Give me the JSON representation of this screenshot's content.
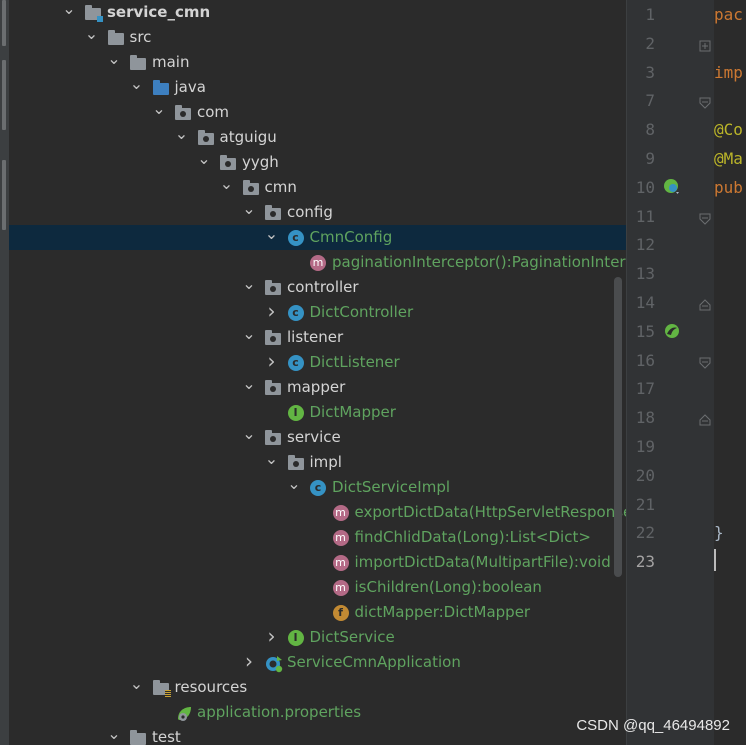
{
  "project_tree": {
    "nodes": [
      {
        "label": "service_cmn",
        "icon": "module-folder-icon",
        "expanded": true,
        "style": "bold"
      },
      {
        "label": "src",
        "icon": "folder-icon",
        "expanded": true
      },
      {
        "label": "main",
        "icon": "folder-icon",
        "expanded": true
      },
      {
        "label": "java",
        "icon": "source-root-folder-icon",
        "expanded": true
      },
      {
        "label": "com",
        "icon": "package-icon",
        "expanded": true
      },
      {
        "label": "atguigu",
        "icon": "package-icon",
        "expanded": true
      },
      {
        "label": "yygh",
        "icon": "package-icon",
        "expanded": true
      },
      {
        "label": "cmn",
        "icon": "package-icon",
        "expanded": true
      },
      {
        "label": "config",
        "icon": "package-icon",
        "expanded": true
      },
      {
        "label": "CmnConfig",
        "icon": "class-icon",
        "expanded": true,
        "selected": true
      },
      {
        "label": "paginationInterceptor():PaginationInterceptor",
        "icon": "method-icon"
      },
      {
        "label": "controller",
        "icon": "package-icon",
        "expanded": true
      },
      {
        "label": "DictController",
        "icon": "class-icon",
        "expanded": false
      },
      {
        "label": "listener",
        "icon": "package-icon",
        "expanded": true
      },
      {
        "label": "DictListener",
        "icon": "class-icon",
        "expanded": false
      },
      {
        "label": "mapper",
        "icon": "package-icon",
        "expanded": true
      },
      {
        "label": "DictMapper",
        "icon": "interface-icon"
      },
      {
        "label": "service",
        "icon": "package-icon",
        "expanded": true
      },
      {
        "label": "impl",
        "icon": "package-icon",
        "expanded": true
      },
      {
        "label": "DictServiceImpl",
        "icon": "class-icon",
        "expanded": true
      },
      {
        "label": "exportDictData(HttpServletResponse):void",
        "icon": "method-icon"
      },
      {
        "label": "findChlidData(Long):List<Dict>",
        "icon": "method-icon"
      },
      {
        "label": "importDictData(MultipartFile):void",
        "icon": "method-icon"
      },
      {
        "label": "isChildren(Long):boolean",
        "icon": "method-icon"
      },
      {
        "label": "dictMapper:DictMapper",
        "icon": "field-icon"
      },
      {
        "label": "DictService",
        "icon": "interface-icon",
        "expanded": false
      },
      {
        "label": "ServiceCmnApplication",
        "icon": "spring-boot-app-icon",
        "expanded": false
      },
      {
        "label": "resources",
        "icon": "resources-folder-icon",
        "expanded": true
      },
      {
        "label": "application.properties",
        "icon": "spring-properties-icon"
      },
      {
        "label": "test",
        "icon": "folder-icon",
        "expanded": true
      }
    ]
  },
  "editor": {
    "line_numbers": [
      "1",
      "2",
      "3",
      "7",
      "8",
      "9",
      "10",
      "11",
      "12",
      "13",
      "14",
      "15",
      "16",
      "17",
      "18",
      "19",
      "20",
      "21",
      "22",
      "23"
    ],
    "current_line": "23",
    "code_fragments": [
      {
        "line": "1",
        "text": "pac",
        "kind": "keyword"
      },
      {
        "line": "3",
        "text": "imp",
        "kind": "keyword"
      },
      {
        "line": "8",
        "text": "@Co",
        "kind": "annotation"
      },
      {
        "line": "9",
        "text": "@Ma",
        "kind": "annotation"
      },
      {
        "line": "10",
        "text": "pub",
        "kind": "keyword"
      },
      {
        "line": "22",
        "text": "}",
        "kind": "plain"
      }
    ]
  },
  "watermark": "CSDN @qq_46494892",
  "colors": {
    "tree_bg": "#2b2b2b",
    "selection_bg": "#0d293e",
    "class_name_green": "#5fa35f",
    "keyword_orange": "#cc7832",
    "annotation_yellow": "#bbb529"
  }
}
